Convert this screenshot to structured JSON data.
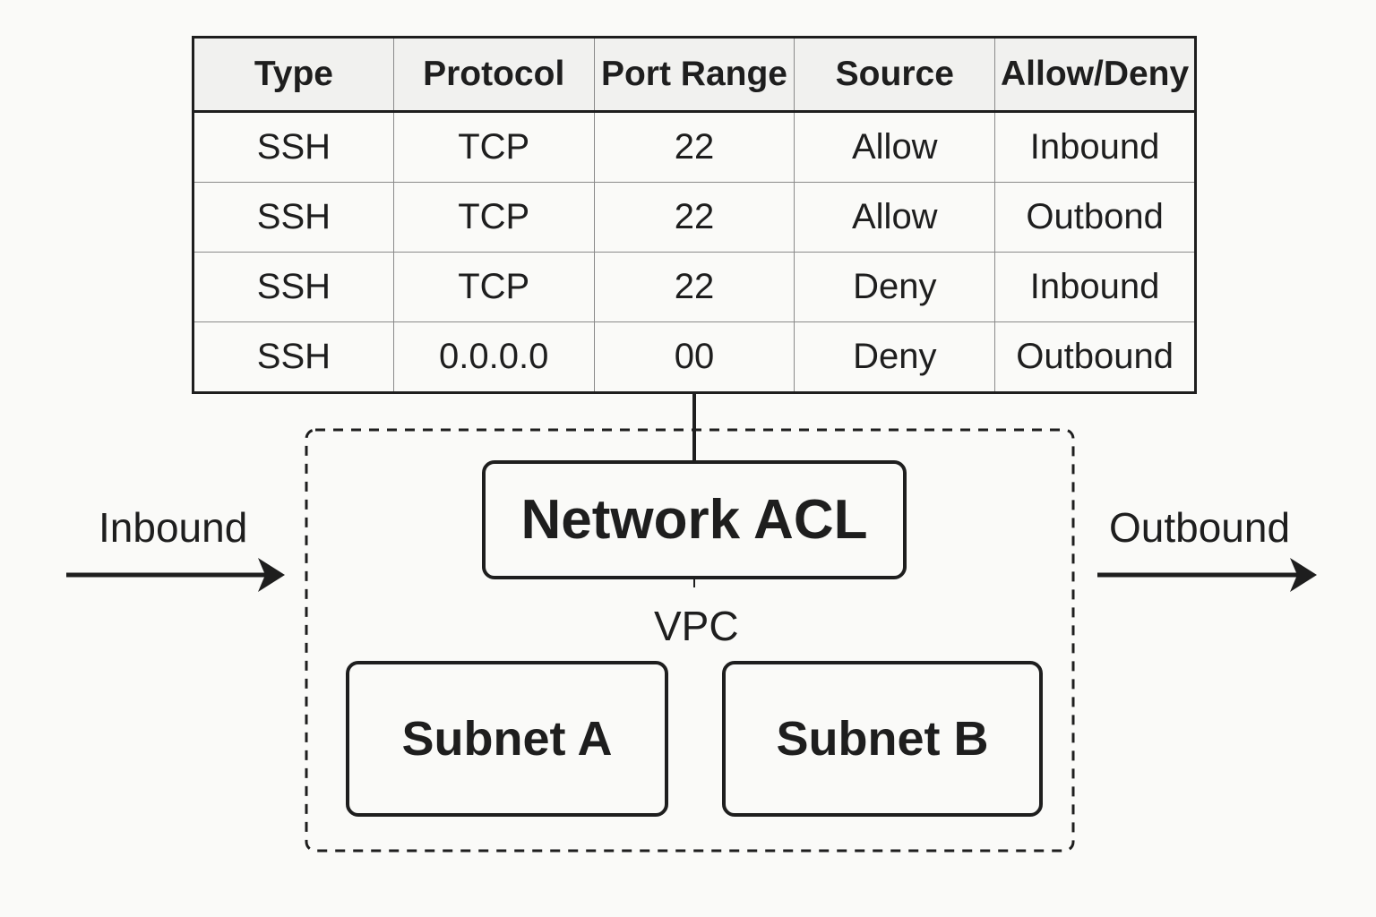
{
  "acl_table": {
    "headers": [
      "Type",
      "Protocol",
      "Port Range",
      "Source",
      "Allow/Deny"
    ],
    "rows": [
      [
        "SSH",
        "TCP",
        "22",
        "Allow",
        "Inbound"
      ],
      [
        "SSH",
        "TCP",
        "22",
        "Allow",
        "Outbond"
      ],
      [
        "SSH",
        "TCP",
        "22",
        "Deny",
        "Inbound"
      ],
      [
        "SSH",
        "0.0.0.0",
        "00",
        "Deny",
        "Outbound"
      ]
    ]
  },
  "diagram": {
    "inbound_label": "Inbound",
    "outbound_label": "Outbound",
    "acl_label": "Network ACL",
    "vpc_label": "VPC",
    "subnet_a_label": "Subnet A",
    "subnet_b_label": "Subnet B"
  },
  "colors": {
    "ink": "#1e1e1e",
    "background": "#fafaf8",
    "grid": "#8a8a8a",
    "header_fill": "#f1f1ef"
  }
}
